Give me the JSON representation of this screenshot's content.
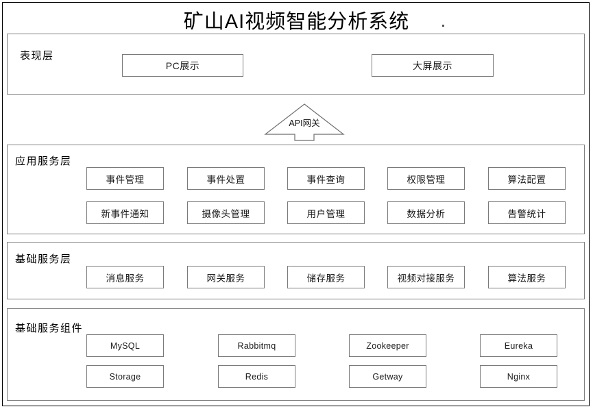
{
  "page": {
    "title": "矿山AI视频智能分析系统"
  },
  "gateway": {
    "label": "API网关",
    "icon": "up-arrow-shape"
  },
  "layers": [
    {
      "id": "presentation",
      "label": "表现层",
      "nodes": [
        {
          "label": "PC展示"
        },
        {
          "label": "大屏展示"
        }
      ]
    },
    {
      "id": "application-service",
      "label": "应用服务层",
      "nodes": [
        {
          "label": "事件管理"
        },
        {
          "label": "事件处置"
        },
        {
          "label": "事件查询"
        },
        {
          "label": "权限管理"
        },
        {
          "label": "算法配置"
        },
        {
          "label": "新事件通知"
        },
        {
          "label": "摄像头管理"
        },
        {
          "label": "用户管理"
        },
        {
          "label": "数据分析"
        },
        {
          "label": "告警统计"
        }
      ]
    },
    {
      "id": "basic-service",
      "label": "基础服务层",
      "nodes": [
        {
          "label": "消息服务"
        },
        {
          "label": "网关服务"
        },
        {
          "label": "储存服务"
        },
        {
          "label": "视频对接服务"
        },
        {
          "label": "算法服务"
        }
      ]
    },
    {
      "id": "basic-components",
      "label": "基础服务组件",
      "nodes": [
        {
          "label": "MySQL"
        },
        {
          "label": "Rabbitmq"
        },
        {
          "label": "Zookeeper"
        },
        {
          "label": "Eureka"
        },
        {
          "label": "Storage"
        },
        {
          "label": "Redis"
        },
        {
          "label": "Getway"
        },
        {
          "label": "Nginx"
        }
      ]
    }
  ],
  "colors": {
    "frame": "#000000",
    "layer_border": "#808080",
    "node_border": "#7a7a7a",
    "background": "#ffffff",
    "text": "#1a1a1a"
  }
}
